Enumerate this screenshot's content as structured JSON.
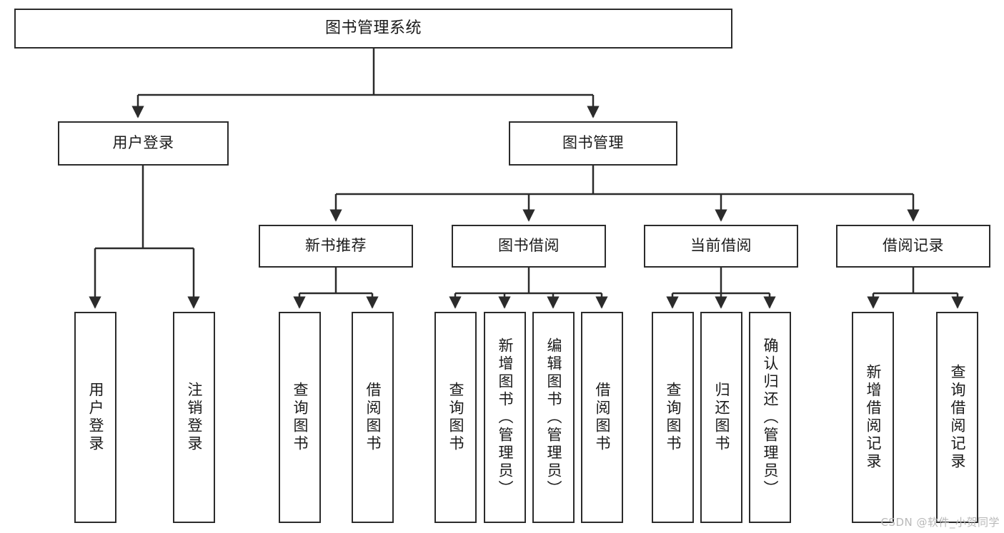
{
  "diagram": {
    "type": "tree-hierarchy",
    "title": "图书管理系统",
    "orientation": "top-down",
    "watermark": "CSDN @软件_小贺同学",
    "colors": {
      "box_border": "#2b2b2b",
      "box_fill": "#ffffff",
      "connector": "#2b2b2b",
      "text": "#1a1a1a",
      "watermark": "#b9b9b9",
      "background": "#ffffff"
    },
    "levels": {
      "root": "图书管理系统",
      "level2": [
        "用户登录",
        "图书管理"
      ],
      "level3": [
        "新书推荐",
        "图书借阅",
        "当前借阅",
        "借阅记录"
      ],
      "level4": [
        "用户登录",
        "注销登录",
        "查询图书",
        "借阅图书",
        "查询图书",
        "新增图书（管理员）",
        "编辑图书（管理员）",
        "借阅图书",
        "查询图书",
        "归还图书",
        "确认归还（管理员）",
        "新增借阅记录",
        "查询借阅记录"
      ]
    },
    "nodes": {
      "root": {
        "label": "图书管理系统"
      },
      "user_login": {
        "label": "用户登录"
      },
      "book_manage": {
        "label": "图书管理"
      },
      "new_book_rec": {
        "label": "新书推荐"
      },
      "book_borrow": {
        "label": "图书借阅"
      },
      "current_borrow": {
        "label": "当前借阅"
      },
      "borrow_record": {
        "label": "借阅记录"
      },
      "leaf_user_login": {
        "label": "用户登录"
      },
      "leaf_logout": {
        "label": "注销登录"
      },
      "leaf_query_book_1": {
        "label": "查询图书"
      },
      "leaf_borrow_book_1": {
        "label": "借阅图书"
      },
      "leaf_query_book_2": {
        "label": "查询图书"
      },
      "leaf_add_book": {
        "label": "新增图书（管理员）"
      },
      "leaf_edit_book": {
        "label": "编辑图书（管理员）"
      },
      "leaf_borrow_book_2": {
        "label": "借阅图书"
      },
      "leaf_query_book_3": {
        "label": "查询图书"
      },
      "leaf_return_book": {
        "label": "归还图书"
      },
      "leaf_confirm_return": {
        "label": "确认归还（管理员）"
      },
      "leaf_add_record": {
        "label": "新增借阅记录"
      },
      "leaf_query_record": {
        "label": "查询借阅记录"
      }
    },
    "edges": [
      {
        "from": "root",
        "to": "user_login"
      },
      {
        "from": "root",
        "to": "book_manage"
      },
      {
        "from": "user_login",
        "to": "leaf_user_login"
      },
      {
        "from": "user_login",
        "to": "leaf_logout"
      },
      {
        "from": "book_manage",
        "to": "new_book_rec"
      },
      {
        "from": "book_manage",
        "to": "book_borrow"
      },
      {
        "from": "book_manage",
        "to": "current_borrow"
      },
      {
        "from": "book_manage",
        "to": "borrow_record"
      },
      {
        "from": "new_book_rec",
        "to": "leaf_query_book_1"
      },
      {
        "from": "new_book_rec",
        "to": "leaf_borrow_book_1"
      },
      {
        "from": "book_borrow",
        "to": "leaf_query_book_2"
      },
      {
        "from": "book_borrow",
        "to": "leaf_add_book"
      },
      {
        "from": "book_borrow",
        "to": "leaf_edit_book"
      },
      {
        "from": "book_borrow",
        "to": "leaf_borrow_book_2"
      },
      {
        "from": "current_borrow",
        "to": "leaf_query_book_3"
      },
      {
        "from": "current_borrow",
        "to": "leaf_return_book"
      },
      {
        "from": "current_borrow",
        "to": "leaf_confirm_return"
      },
      {
        "from": "borrow_record",
        "to": "leaf_add_record"
      },
      {
        "from": "borrow_record",
        "to": "leaf_query_record"
      }
    ]
  }
}
